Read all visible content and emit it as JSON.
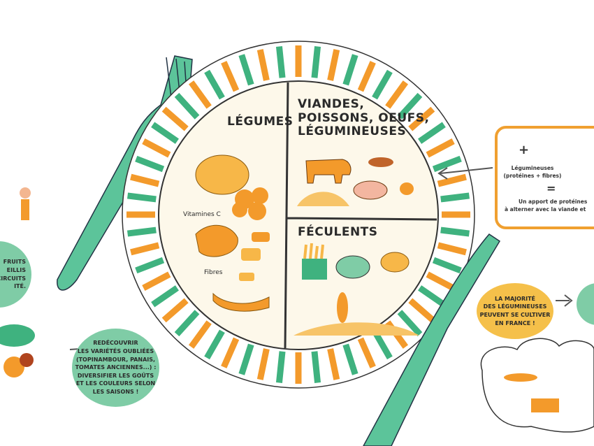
{
  "plate": {
    "vegetables": {
      "title": "Légumes",
      "vitamins_label": "Vitamines C",
      "fibres_label": "Fibres"
    },
    "proteins": {
      "title_lines": [
        "Viandes,",
        "poissons, oeufs,",
        "légumineuses"
      ]
    },
    "starches": {
      "title": "Féculents"
    }
  },
  "legume_box": {
    "legumes_label": "Légumineuses",
    "legumes_sub": "(protéines + fibres)",
    "plus": "+",
    "equals": "=",
    "result_line1": "Un apport de protéines",
    "result_line2": "à alterner avec la viande et"
  },
  "majority_bubble": {
    "lines": [
      "La majorité",
      "des légumineuses",
      "peuvent se cultiver",
      "en France !"
    ]
  },
  "rediscover_bubble": {
    "lines": [
      "Redécouvrir",
      "les variétés oubliées",
      "(topinambour, panais,",
      "tomates anciennes...) :",
      "diversifier les goûts",
      "et les couleurs selon",
      "les saisons !"
    ]
  },
  "left_bubble": {
    "lines": [
      "fruits",
      "eillis",
      "s circuits",
      "ité."
    ]
  },
  "colors": {
    "green": "#3fb27f",
    "orange": "#f39a2b",
    "bubble_green": "#7fcca6",
    "bubble_yellow": "#f5c04a",
    "cream": "#fdf8ea"
  }
}
